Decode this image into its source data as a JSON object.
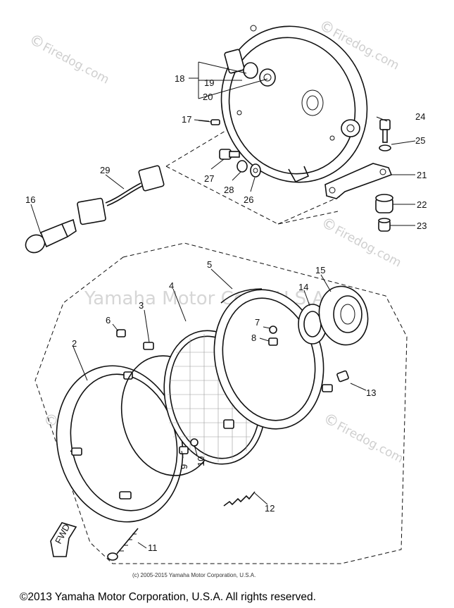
{
  "watermark": {
    "site": "Firedog.com",
    "brand": "Yamaha Motor Corp. U.S.A.",
    "copyright_mark": "©"
  },
  "parts": [
    {
      "id": "2",
      "label": "2"
    },
    {
      "id": "3",
      "label": "3"
    },
    {
      "id": "4",
      "label": "4"
    },
    {
      "id": "5",
      "label": "5"
    },
    {
      "id": "6",
      "label": "6"
    },
    {
      "id": "7",
      "label": "7"
    },
    {
      "id": "8",
      "label": "8"
    },
    {
      "id": "9",
      "label": "9"
    },
    {
      "id": "10",
      "label": "10"
    },
    {
      "id": "11",
      "label": "11"
    },
    {
      "id": "12",
      "label": "12"
    },
    {
      "id": "13",
      "label": "13"
    },
    {
      "id": "14",
      "label": "14"
    },
    {
      "id": "15",
      "label": "15"
    },
    {
      "id": "16",
      "label": "16"
    },
    {
      "id": "17",
      "label": "17"
    },
    {
      "id": "18",
      "label": "18"
    },
    {
      "id": "19",
      "label": "19"
    },
    {
      "id": "20",
      "label": "20"
    },
    {
      "id": "21",
      "label": "21"
    },
    {
      "id": "22",
      "label": "22"
    },
    {
      "id": "23",
      "label": "23"
    },
    {
      "id": "24",
      "label": "24"
    },
    {
      "id": "25",
      "label": "25"
    },
    {
      "id": "26",
      "label": "26"
    },
    {
      "id": "27",
      "label": "27"
    },
    {
      "id": "28",
      "label": "28"
    },
    {
      "id": "29",
      "label": "29"
    }
  ],
  "fwd_label": "FWD",
  "footnote": "(c) 2005-2015 Yamaha Motor Corporation, U.S.A.",
  "copyright": "©2013 Yamaha Motor Corporation, U.S.A. All rights reserved."
}
